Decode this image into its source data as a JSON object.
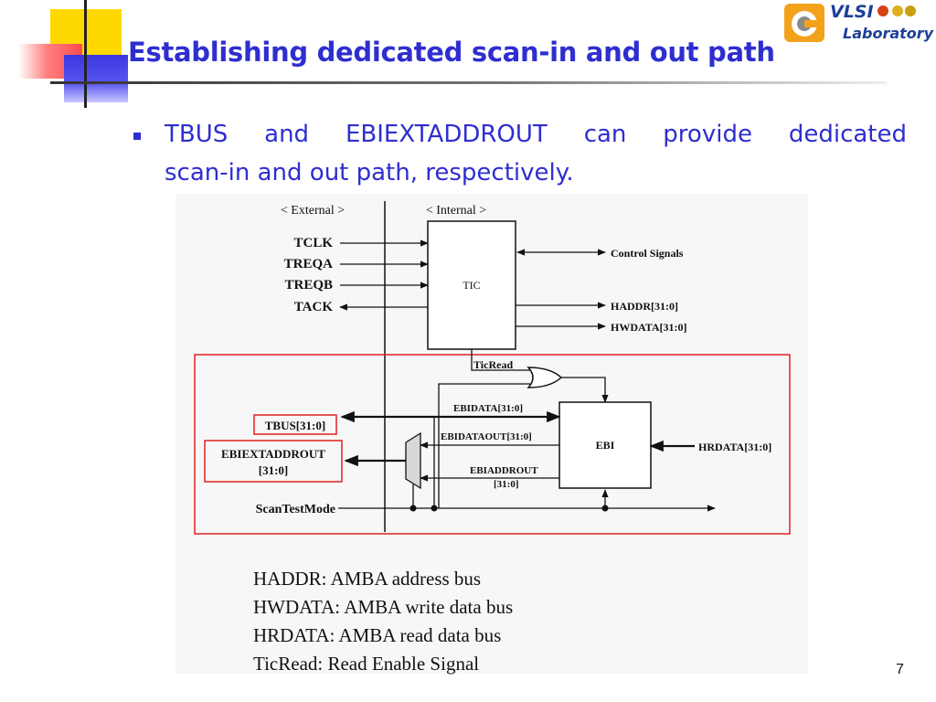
{
  "slide": {
    "title": "Establishing dedicated scan-in and out path",
    "bullet_line1": "TBUS and EBIEXTADDROUT can provide dedicated",
    "bullet_line2": "scan-in and out path, respectively.",
    "page_number": "7",
    "logo": {
      "brand": "VLSI",
      "sub": "Laboratory"
    }
  },
  "diagram": {
    "external_label": "< External >",
    "internal_label": "< Internal >",
    "tic_label": "TIC",
    "ebi_label": "EBI",
    "inputs": [
      "TCLK",
      "TREQA",
      "TREQB"
    ],
    "output_tack": "TACK",
    "control_signals": "Control Signals",
    "haddr": "HADDR[31:0]",
    "hwdata": "HWDATA[31:0]",
    "ticread": "TicRead",
    "ebidata": "EBIDATA[31:0]",
    "ebidataout": "EBIDATAOUT[31:0]",
    "ebiaddrout_1": "EBIADDROUT",
    "ebiaddrout_2": "[31:0]",
    "hrdata": "HRDATA[31:0]",
    "tbus": "TBUS[31:0]",
    "ebiextaddrout_1": "EBIEXTADDROUT",
    "ebiextaddrout_2": "[31:0]",
    "scantestmode": "ScanTestMode",
    "legend": [
      "HADDR: AMBA address bus",
      "HWDATA: AMBA write data bus",
      "HRDATA: AMBA read data bus",
      "TicRead: Read Enable Signal"
    ],
    "colors": {
      "highlight": "#e02020",
      "title": "#2e2ed0",
      "ink": "#111111"
    }
  }
}
